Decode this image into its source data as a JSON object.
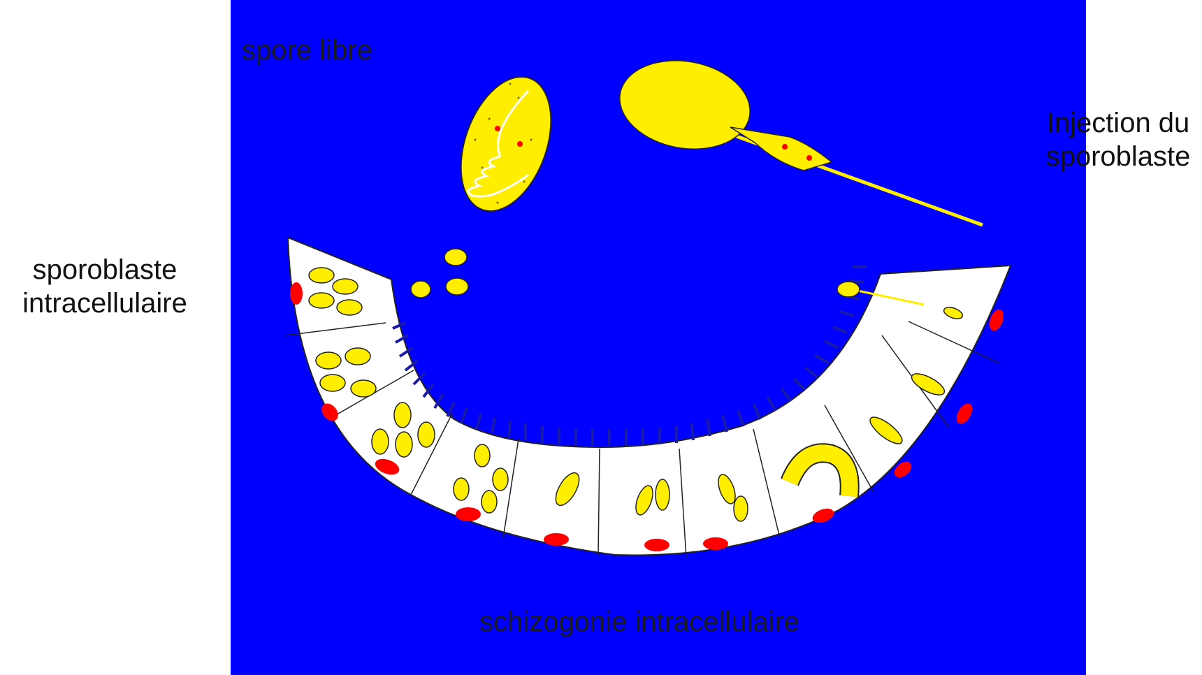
{
  "labels": {
    "spore_libre": "spore libre",
    "injection_line1": "Injection du",
    "injection_line2": "sporoblaste",
    "sporoblaste_line1": "sporoblaste",
    "sporoblaste_line2": "intracellulaire",
    "schizogonie": "schizogonie intracellulaire"
  },
  "colors": {
    "panel_background": "#0000ff",
    "parasite_yellow": "#ffee00",
    "nucleus_red": "#ff0000",
    "cell_white": "#ffffff",
    "microvilli_blue": "#1a1aa8"
  }
}
